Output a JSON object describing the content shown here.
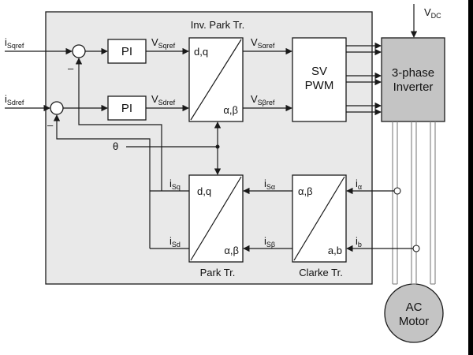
{
  "signals": {
    "isqref": {
      "main": "i",
      "sub": "Sqref"
    },
    "isdref": {
      "main": "i",
      "sub": "Sdref"
    },
    "vsqref": {
      "main": "V",
      "sub": "Sqref"
    },
    "vsdref": {
      "main": "V",
      "sub": "Sdref"
    },
    "vsaref": {
      "main": "V",
      "sub": "Sαref"
    },
    "vsbref": {
      "main": "V",
      "sub": "Sβref"
    },
    "isq": {
      "main": "i",
      "sub": "Sq"
    },
    "isd": {
      "main": "i",
      "sub": "Sd"
    },
    "isa": {
      "main": "i",
      "sub": "Sα"
    },
    "isb": {
      "main": "i",
      "sub": "Sβ"
    },
    "ia": {
      "main": "i",
      "sub": "α"
    },
    "ib": {
      "main": "i",
      "sub": "b"
    },
    "vdc": {
      "main": "V",
      "sub": "DC"
    },
    "theta": "θ",
    "minus_top": "–",
    "minus_bottom": "–"
  },
  "blocks": {
    "pi_top": "PI",
    "pi_bottom": "PI",
    "inv_park_title": "Inv. Park Tr.",
    "inv_park_in": "d,q",
    "inv_park_out": "α,β",
    "svpwm_line1": "SV",
    "svpwm_line2": "PWM",
    "inverter_line1": "3-phase",
    "inverter_line2": "Inverter",
    "park_in": "d,q",
    "park_out": "α,β",
    "park_title": "Park Tr.",
    "clarke_top": "α,β",
    "clarke_bottom": "a,b",
    "clarke_title": "Clarke Tr.",
    "motor_line1": "AC",
    "motor_line2": "Motor"
  },
  "colors": {
    "panel": "#e9e9e9",
    "inverter": "#c4c4c4",
    "motor": "#c4c4c4",
    "background": "#000000"
  }
}
